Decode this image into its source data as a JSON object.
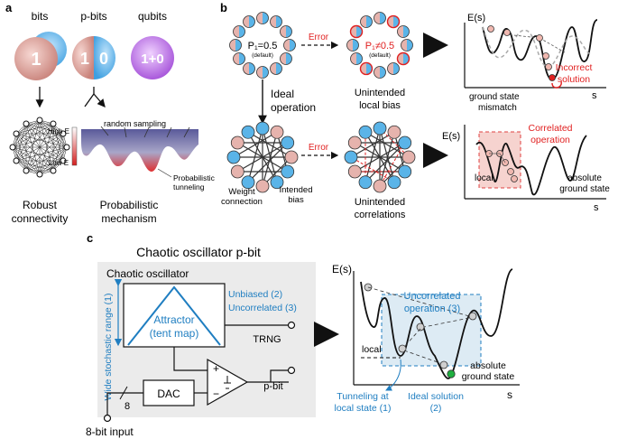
{
  "panel_a": {
    "label": "a",
    "titles": [
      "bits",
      "p-bits",
      "qubits"
    ],
    "bit_value": "1",
    "pbit_values": [
      "1",
      "0"
    ],
    "qubit_value": "1+0",
    "random_sampling": "random sampling",
    "high_e": "High E",
    "low_e": "Low E",
    "probabilistic_tunneling": [
      "Probabilistic",
      "tunneling"
    ],
    "robust_caption": [
      "Robust",
      "connectivity"
    ],
    "probabilistic_caption": [
      "Probabilistic",
      "mechanism"
    ]
  },
  "panel_b": {
    "label": "b",
    "p1_default": "P₁=0.5",
    "p1_default_note": "(default)",
    "p1_error": "P₁≠0.5",
    "p1_error_note": "(default)",
    "error_top": "Error",
    "error_bottom": "Error",
    "ideal_operation": [
      "Ideal",
      "operation"
    ],
    "unintended_bias": [
      "Unintended",
      "local bias"
    ],
    "weight_connection": [
      "Weight",
      "connection"
    ],
    "intended_bias": [
      "Intended",
      "bias"
    ],
    "unintended_correlations": [
      "Unintended",
      "correlations"
    ],
    "energy_label": "E(s)",
    "s_label": "s",
    "ground_state_mismatch": [
      "ground state",
      "mismatch"
    ],
    "incorrect_solution": [
      "Incorrect",
      "solution"
    ],
    "correlated_operation": [
      "Correlated",
      "operation"
    ],
    "local_label": "local",
    "absolute_ground_state": [
      "absolute",
      "ground state"
    ]
  },
  "panel_c": {
    "label": "c",
    "title": "Chaotic oscillator p-bit",
    "oscillator_label": "Chaotic oscillator",
    "range_label": "Wide stochastic range (1)",
    "unbiased": "Unbiased (2)",
    "uncorrelated": "Uncorrelated (3)",
    "attractor": [
      "Attractor",
      "(tent map)"
    ],
    "trng": "TRNG",
    "pbit": "p-bit",
    "dac": "DAC",
    "bits_width": "8",
    "input_label": "8-bit input",
    "comparator_plus": "+",
    "comparator_minus": "−",
    "energy_label": "E(s)",
    "s_label": "s",
    "uncorrelated_operation": [
      "Uncorrelated",
      "operation (3)"
    ],
    "local_label": "local",
    "absolute_ground_state": [
      "absolute",
      "ground state"
    ],
    "tunneling": [
      "Tunneling at",
      "local state (1)"
    ],
    "ideal_solution": [
      "Ideal solution",
      "(2)"
    ]
  },
  "colors": {
    "blue": "#1f7ec1",
    "light_blue": "#5ab4e8",
    "pink": "#e6b3ad",
    "red": "#e02020",
    "purple": "#a95fd8",
    "gray_panel": "#ebebeb"
  }
}
